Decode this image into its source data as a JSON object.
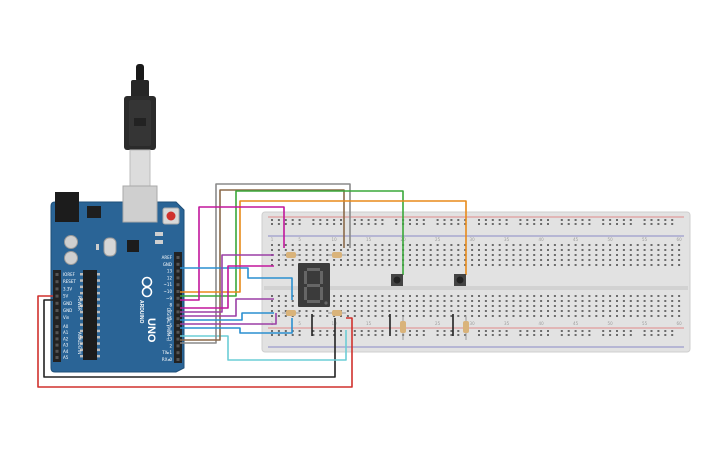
{
  "arduino": {
    "brand": "ARDUINO",
    "model": "UNO",
    "digital_label": "DIGITAL (PWM~)",
    "power_label": "POWER",
    "analog_label": "ANALOG IN",
    "top_pins": [
      "AREF",
      "GND",
      "13",
      "12",
      "~11",
      "~10",
      "~9",
      "8",
      "7",
      "~6",
      "~5",
      "4",
      "~3",
      "2",
      "TX▸1",
      "RX◂0"
    ],
    "power_pins": [
      "IOREF",
      "RESET",
      "3.3V",
      "5V",
      "GND",
      "GND",
      "Vin"
    ],
    "analog_pins": [
      "A0",
      "A1",
      "A2",
      "A3",
      "A4",
      "A5"
    ]
  },
  "breadboard": {
    "column_numbers": [
      "1",
      "5",
      "10",
      "15",
      "20",
      "25",
      "30",
      "35",
      "40",
      "45",
      "50",
      "55",
      "60"
    ]
  },
  "colors": {
    "board": "#2a6496",
    "breadboard": "#e2e2e2",
    "wire_red": "#d0312d",
    "wire_black": "#222222",
    "wire_green": "#3aa83a",
    "wire_orange": "#e88a1a",
    "wire_purple": "#9b3fa6",
    "wire_magenta": "#c2179c",
    "wire_blue": "#2a8fd0",
    "wire_cyan": "#6ccdd6",
    "wire_gray": "#8a8a8a",
    "wire_brown": "#8b6a4a"
  },
  "icons": [
    "usb-cable-icon",
    "seven-segment-display-icon",
    "push-button-icon",
    "resistor-icon"
  ]
}
